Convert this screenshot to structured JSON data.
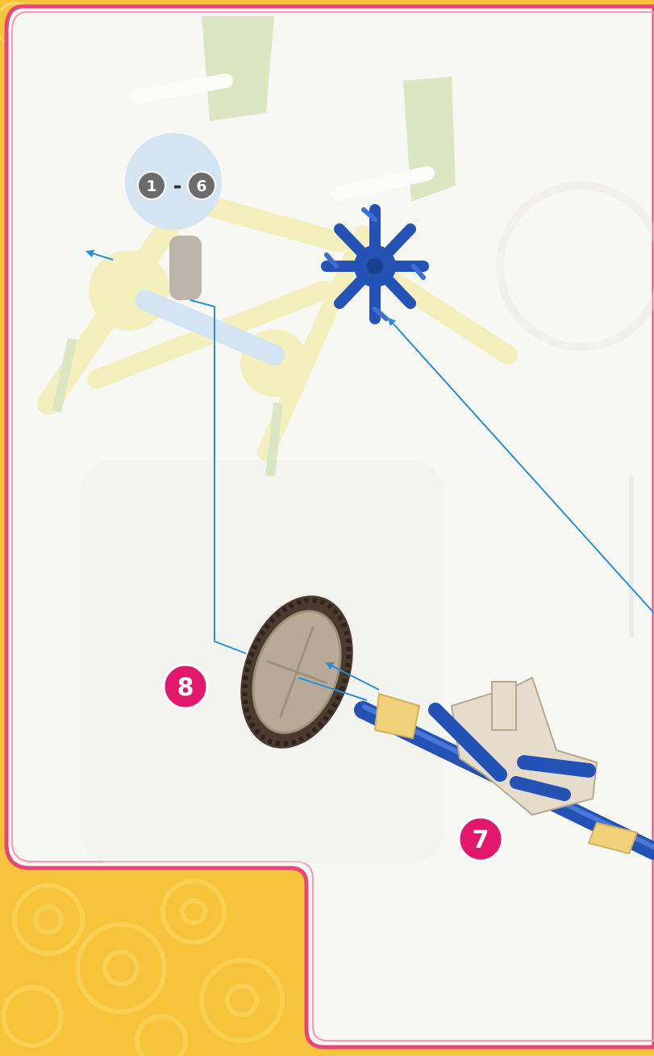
{
  "title": "",
  "page": {
    "background_color": "#f6c43a",
    "panel_color": "#f7f7f4",
    "border_color": "#e8457a"
  },
  "steps": {
    "range_start": "1",
    "range_separator": "-",
    "range_end": "6",
    "step_7": "7",
    "step_8": "8"
  },
  "colors": {
    "step_badge": "#e2186a",
    "prior_step_badge": "#6b6b6b",
    "guide_line": "#2a8fd8",
    "connector_blue": "#2452b5",
    "rod_yellow": "#f3ec92",
    "gear_green": "#c6d99a",
    "wheel_tire": "#4a3a30",
    "wheel_hub": "#b7ab98",
    "clip_tan": "#f1d27a",
    "bracket_beige": "#e6dccb"
  },
  "icons": {
    "connector": "snowflake-connector-icon",
    "wheel": "wheel-icon",
    "axle": "axle-rod-icon",
    "arrow": "arrow-icon"
  }
}
